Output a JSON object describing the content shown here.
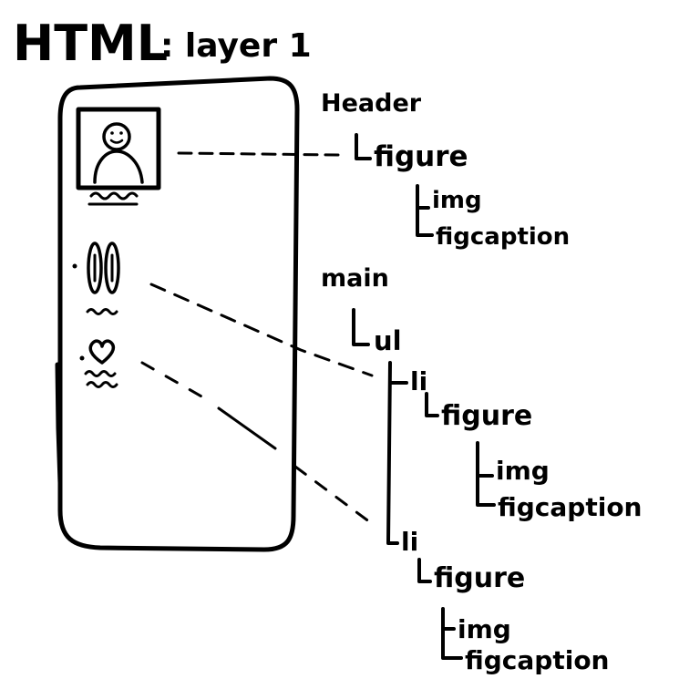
{
  "title": {
    "main": "HTML",
    "sub": ": layer 1"
  },
  "tree": {
    "header": "Header",
    "header_figure": "figure",
    "header_img": "img",
    "header_figcaption": "figcaption",
    "main": "main",
    "ul": "ul",
    "li_1": "li",
    "li_1_figure": "figure",
    "li_1_img": "img",
    "li_1_figcaption": "figcaption",
    "li_2": "li",
    "li_2_figure": "figure",
    "li_2_img": "img",
    "li_2_figcaption": "figcaption"
  },
  "icons": {
    "header_image": "person-portrait-icon",
    "list_item_1": "double-oval-icon",
    "list_item_2": "heart-icon"
  },
  "colors": {
    "ink": "#000000",
    "paper": "#ffffff"
  }
}
